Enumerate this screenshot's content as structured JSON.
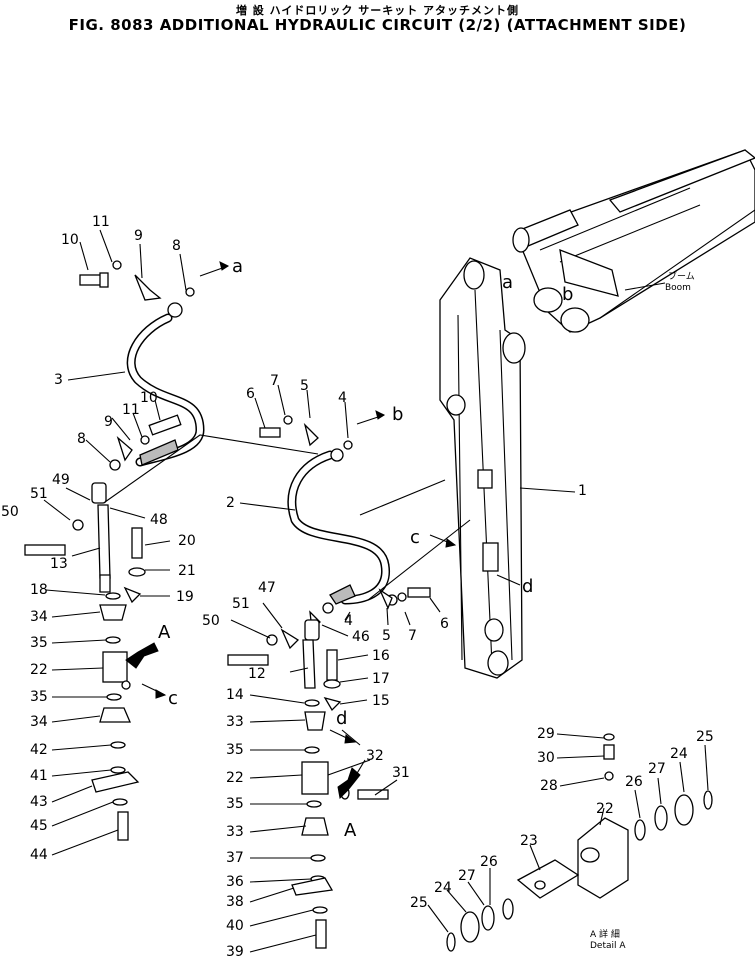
{
  "header": {
    "japanese_line": "増 設     ハイドロリック サーキット     アタッチメント側",
    "english_line": "FIG. 8083  ADDITIONAL HYDRAULIC CIRCUIT (2/2) (ATTACHMENT SIDE)"
  },
  "boom_label_jp": "ブーム",
  "boom_label_en": "Boom",
  "detail_label_jp": "A 詳 細",
  "detail_label_en": "Detail A",
  "callouts": {
    "n1": "1",
    "n2": "2",
    "n3": "3",
    "n4a": "4",
    "n4b": "4",
    "n5a": "5",
    "n5b": "5",
    "n6a": "6",
    "n6b": "6",
    "n7a": "7",
    "n7b": "7",
    "n8a": "8",
    "n8b": "8",
    "n9a": "9",
    "n9b": "9",
    "n10a": "10",
    "n10b": "10",
    "n11a": "11",
    "n11b": "11",
    "n12": "12",
    "n13": "13",
    "n14": "14",
    "n15": "15",
    "n16": "16",
    "n17": "17",
    "n18": "18",
    "n19": "19",
    "n20": "20",
    "n21": "21",
    "n22a": "22",
    "n22b": "22",
    "n22c": "22",
    "n23": "23",
    "n24a": "24",
    "n24b": "24",
    "n25a": "25",
    "n25b": "25",
    "n26a": "26",
    "n26b": "26",
    "n27a": "27",
    "n27b": "27",
    "n28": "28",
    "n29": "29",
    "n30": "30",
    "n31": "31",
    "n32": "32",
    "n33a": "33",
    "n33b": "33",
    "n34a": "34",
    "n34b": "34",
    "n35a": "35",
    "n35b": "35",
    "n35c": "35",
    "n35d": "35",
    "n36": "36",
    "n37": "37",
    "n38": "38",
    "n39": "39",
    "n40": "40",
    "n41": "41",
    "n42": "42",
    "n43": "43",
    "n44": "44",
    "n45": "45",
    "n46": "46",
    "n47": "47",
    "n48": "48",
    "n49": "49",
    "n50a": "50",
    "n50b": "50",
    "n51a": "51",
    "n51b": "51"
  },
  "letters": {
    "a1": "a",
    "a2": "a",
    "b1": "b",
    "b2": "b",
    "c1": "c",
    "c2": "c",
    "d1": "d",
    "d2": "d",
    "A1": "A",
    "A2": "A"
  }
}
